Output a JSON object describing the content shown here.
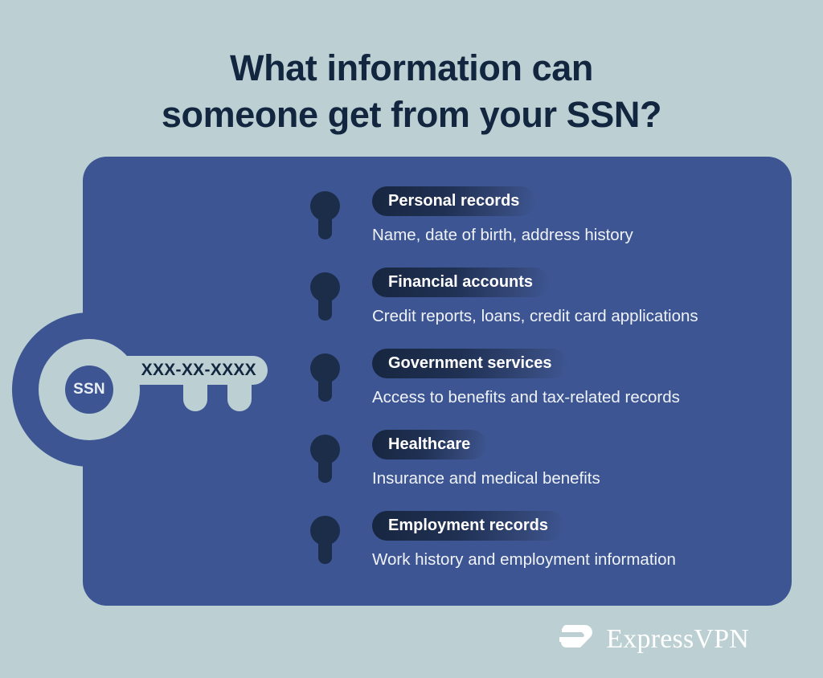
{
  "title": {
    "line1": "What information can",
    "line2": "someone get from your SSN?"
  },
  "key_graphic": {
    "hub_label": "SSN",
    "shaft_label": "XXX-XX-XXXX"
  },
  "items": [
    {
      "label": "Personal records",
      "description": "Name, date of birth, address history"
    },
    {
      "label": "Financial accounts",
      "description": "Credit reports, loans, credit card applications"
    },
    {
      "label": "Government services",
      "description": "Access to benefits and tax-related records"
    },
    {
      "label": "Healthcare",
      "description": "Insurance and medical benefits"
    },
    {
      "label": "Employment records",
      "description": "Work history and employment information"
    }
  ],
  "branding": {
    "name": "ExpressVPN"
  },
  "colors": {
    "background": "#bcd0d3",
    "panel": "#3d5693",
    "title_text": "#12263f",
    "pill_dark": "#17263f",
    "pill_light": "#3d5693",
    "keyhole": "#1c2d49",
    "body_text": "#eff2f7"
  }
}
